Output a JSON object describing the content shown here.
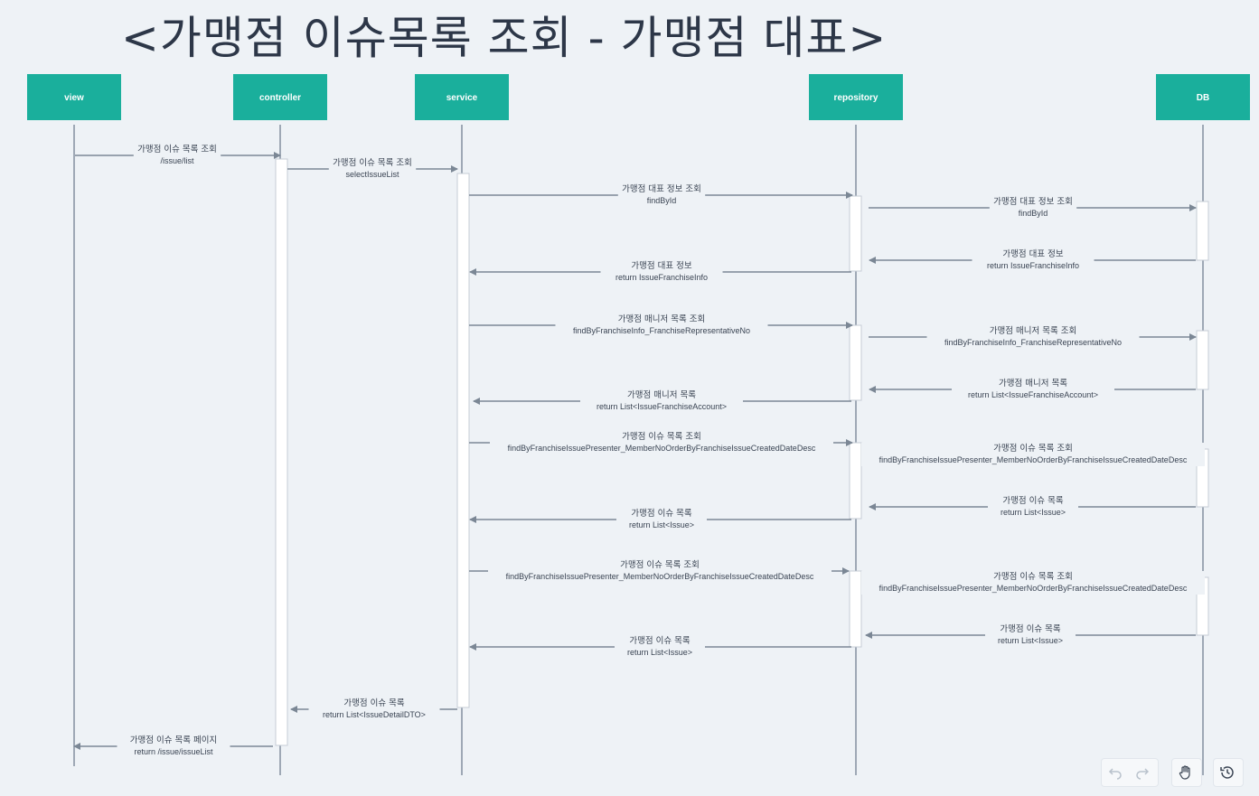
{
  "title": "<가맹점 이슈목록 조회 - 가맹점 대표>",
  "participants": [
    {
      "id": "view",
      "label": "view"
    },
    {
      "id": "controller",
      "label": "controller"
    },
    {
      "id": "service",
      "label": "service"
    },
    {
      "id": "repository",
      "label": "repository"
    },
    {
      "id": "db",
      "label": "DB"
    }
  ],
  "messages": [
    {
      "from": "view",
      "to": "controller",
      "label": "가맹점 이슈 목록 조회",
      "sub": "/issue/list",
      "kind": "call"
    },
    {
      "from": "controller",
      "to": "service",
      "label": "가맹점 이슈 목록 조회",
      "sub": "selectIssueList",
      "kind": "call"
    },
    {
      "from": "service",
      "to": "repository",
      "label": "가맹점 대표 정보 조회",
      "sub": "findById",
      "kind": "call"
    },
    {
      "from": "repository",
      "to": "db",
      "label": "가맹점 대표 정보 조회",
      "sub": "findById",
      "kind": "call"
    },
    {
      "from": "db",
      "to": "repository",
      "label": "가맹점 대표 정보",
      "sub": "return IssueFranchiseInfo",
      "kind": "return"
    },
    {
      "from": "repository",
      "to": "service",
      "label": "가맹점 대표 정보",
      "sub": "return IssueFranchiseInfo",
      "kind": "return"
    },
    {
      "from": "service",
      "to": "repository",
      "label": "가맹점 매니저 목록 조회",
      "sub": "findByFranchiseInfo_FranchiseRepresentativeNo",
      "kind": "call"
    },
    {
      "from": "repository",
      "to": "db",
      "label": "가맹점 매니저 목록 조회",
      "sub": "findByFranchiseInfo_FranchiseRepresentativeNo",
      "kind": "call"
    },
    {
      "from": "db",
      "to": "repository",
      "label": "가맹점 매니저 목록",
      "sub": "return List<IssueFranchiseAccount>",
      "kind": "return"
    },
    {
      "from": "repository",
      "to": "service",
      "label": "가맹점 매니저 목록",
      "sub": "return List<IssueFranchiseAccount>",
      "kind": "return"
    },
    {
      "from": "service",
      "to": "repository",
      "label": "가맹점 이슈 목록 조회",
      "sub": "findByFranchiseIssuePresenter_MemberNoOrderByFranchiseIssueCreatedDateDesc",
      "kind": "call"
    },
    {
      "from": "repository",
      "to": "db",
      "label": "가맹점 이슈 목록 조회",
      "sub": "findByFranchiseIssuePresenter_MemberNoOrderByFranchiseIssueCreatedDateDesc",
      "kind": "call"
    },
    {
      "from": "db",
      "to": "repository",
      "label": "가맹점 이슈 목록",
      "sub": "return List<Issue>",
      "kind": "return"
    },
    {
      "from": "repository",
      "to": "service",
      "label": "가맹점 이슈 목록",
      "sub": "return List<Issue>",
      "kind": "return"
    },
    {
      "from": "service",
      "to": "repository",
      "label": "가맹점 이슈 목록 조회",
      "sub": "findByFranchiseIssuePresenter_MemberNoOrderByFranchiseIssueCreatedDateDesc",
      "kind": "call"
    },
    {
      "from": "repository",
      "to": "db",
      "label": "가맹점 이슈 목록 조회",
      "sub": "findByFranchiseIssuePresenter_MemberNoOrderByFranchiseIssueCreatedDateDesc",
      "kind": "call"
    },
    {
      "from": "db",
      "to": "repository",
      "label": "가맹점 이슈 목록",
      "sub": "return List<Issue>",
      "kind": "return"
    },
    {
      "from": "repository",
      "to": "service",
      "label": "가맹점 이슈 목록",
      "sub": "return List<Issue>",
      "kind": "return"
    },
    {
      "from": "service",
      "to": "controller",
      "label": "가맹점 이슈 목록",
      "sub": "return List<IssueDetailDTO>",
      "kind": "return"
    },
    {
      "from": "controller",
      "to": "view",
      "label": "가맹점 이슈 목록 페이지",
      "sub": "return /issue/issueList",
      "kind": "return"
    }
  ],
  "toolbar": {
    "undo": "undo-icon",
    "redo": "redo-icon",
    "pan": "hand-icon",
    "history": "history-icon"
  },
  "colors": {
    "participant": "#1aaf9c",
    "lifeline": "#8a96a5",
    "arrow": "#7b8795",
    "background": "#eef2f6"
  }
}
